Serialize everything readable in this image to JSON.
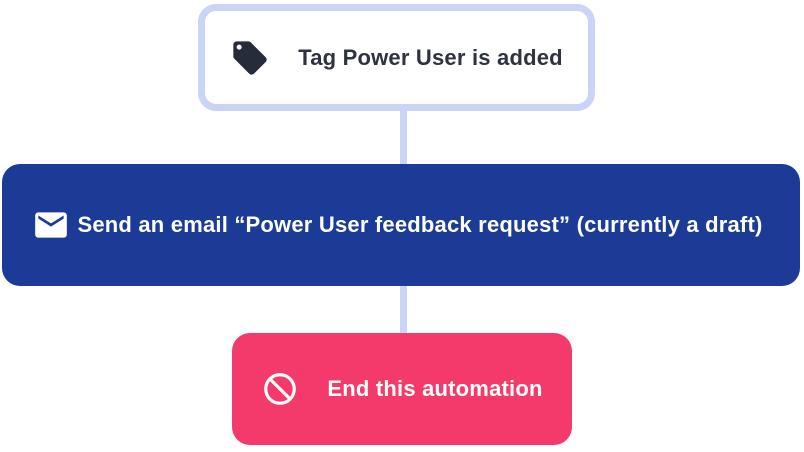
{
  "diagram": {
    "background_color": "#ffffff",
    "connector_color": "#c9d4f6",
    "nodes": {
      "trigger": {
        "label": "Tag Power User is added",
        "icon": "tag-icon",
        "icon_color": "#272c3b",
        "text_color": "#2f3341",
        "fill_color": "#ffffff",
        "border_color": "#c9d4f6"
      },
      "send_email": {
        "label": "Send an email “Power User feedback request” (currently a draft)",
        "icon": "email-icon",
        "icon_color": "#ffffff",
        "text_color": "#ffffff",
        "fill_color": "#1b3b96"
      },
      "end_automation": {
        "label": "End this automation",
        "icon": "block-icon",
        "icon_color": "#ffffff",
        "text_color": "#ffffff",
        "fill_color": "#f33a6a"
      }
    }
  }
}
